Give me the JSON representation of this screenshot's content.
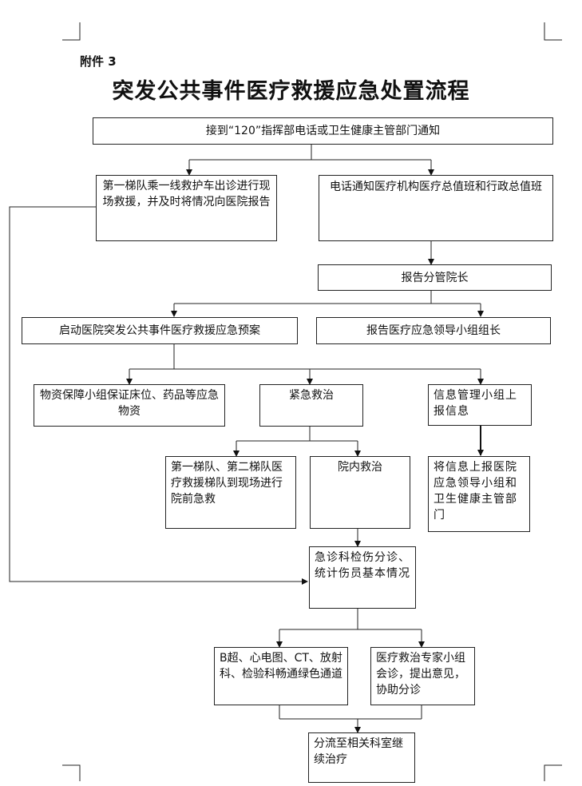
{
  "attachment_label": "附件 3",
  "title": "突发公共事件医疗救援应急处置流程",
  "nodes": {
    "receive_notice": "接到“120”指挥部电话或卫生健康主管部门通知",
    "first_team": "第一梯队乘一线救护车出诊进行现场救援，并及时将情况向医院报告",
    "notify_duty": "电话通知医疗机构医疗总值班和行政总值班",
    "report_vp": "报告分管院长",
    "activate_plan": "启动医院突发公共事件医疗救援应急预案",
    "report_leader": "报告医疗应急领导小组组长",
    "supplies": "物资保障小组保证床位、药品等应急物资",
    "emergency_treat": "紧急救治",
    "info_report": "信息管理小组上报信息",
    "teams_prehospital": "第一梯队、第二梯队医疗救援梯队到现场进行院前急救",
    "inhospital": "院内救治",
    "report_upward": "将信息上报医院应急领导小组和卫生健康主管部门",
    "triage": "急诊科检伤分诊、统计伤员基本情况",
    "green_channel": "B超、心电图、CT、放射科、检验科畅通绿色通道",
    "expert_consult": "医疗救治专家小组会诊，提出意见，协助分诊",
    "transfer": "分流至相关科室继续治疗"
  }
}
